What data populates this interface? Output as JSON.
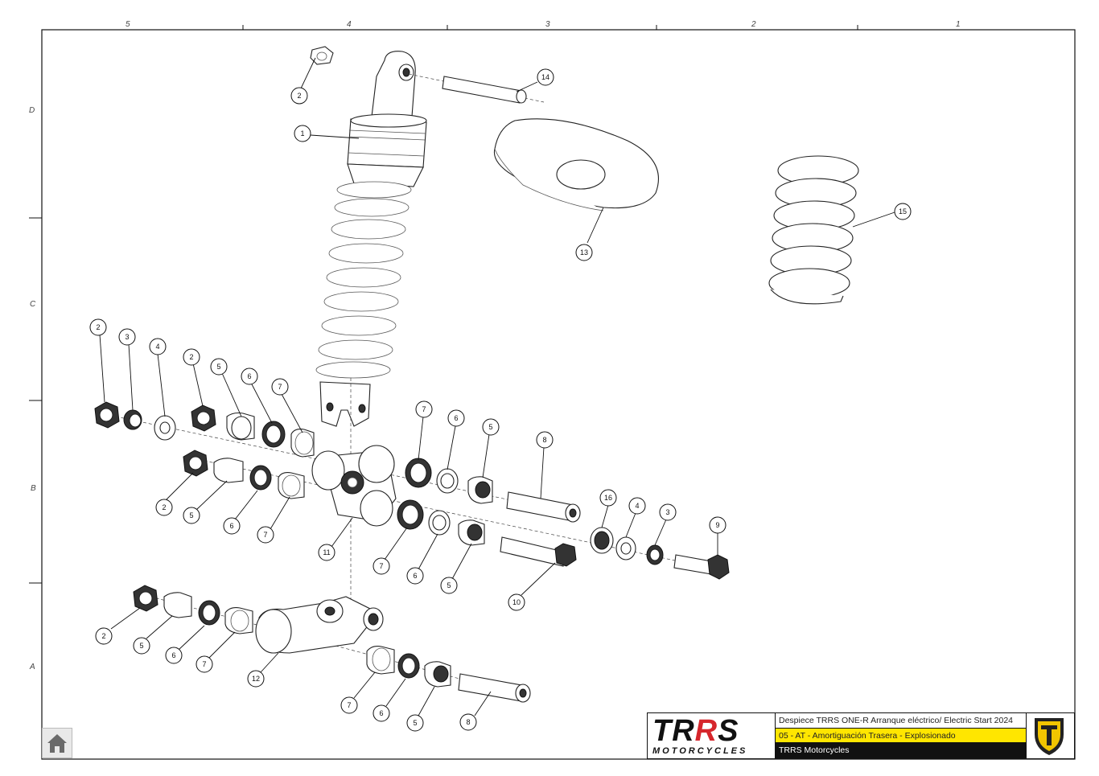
{
  "sheet": {
    "column_labels": [
      "5",
      "4",
      "3",
      "2",
      "1"
    ],
    "row_labels": [
      "D",
      "C",
      "B",
      "A"
    ]
  },
  "callouts": {
    "c1": "1",
    "c2a": "2",
    "c13": "13",
    "c14": "14",
    "c15": "15",
    "c2b": "2",
    "c3a": "3",
    "c4a": "4",
    "c2c": "2",
    "c5a": "5",
    "c6a": "6",
    "c7a": "7",
    "c2d": "2",
    "c5b": "5",
    "c6b": "6",
    "c7b": "7",
    "c7c": "7",
    "c6c": "6",
    "c5c": "5",
    "c8a": "8",
    "c11": "11",
    "c7d": "7",
    "c6d": "6",
    "c5d": "5",
    "c10": "10",
    "c16": "16",
    "c4b": "4",
    "c3b": "3",
    "c9": "9",
    "c2e": "2",
    "c5e": "5",
    "c6e": "6",
    "c7e": "7",
    "c12": "12",
    "c7f": "7",
    "c6f": "6",
    "c5f": "5",
    "c8b": "8"
  },
  "title_block": {
    "logo_text_a": "TR",
    "logo_text_b": "R",
    "logo_text_c": "S",
    "logo_subtitle": "MOTORCYCLES",
    "title": "Despiece TRRS ONE-R  Arranque eléctrico/ Electric Start 2024",
    "subtitle": "05 - AT - Amortiguación Trasera - Explosionado",
    "company": "TRRS Motorcycles"
  },
  "colors": {
    "accent_yellow": "#ffe600",
    "logo_red": "#d6262c",
    "emblem_yellow": "#f2c500"
  },
  "home_button": {
    "icon": "home-icon"
  }
}
